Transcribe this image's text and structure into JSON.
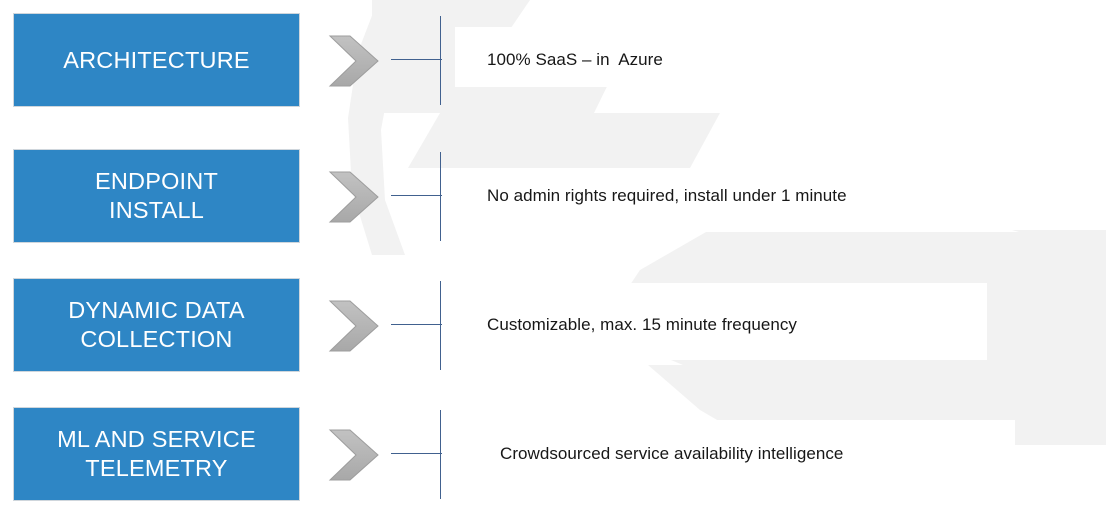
{
  "slide": {
    "title": "Solution capability overview diagram",
    "background_color": "#ffffff",
    "watermark_color": "#f2f2f2",
    "accent_blue": "#2e86c5",
    "connector_color": "#41618f",
    "chevron_color": "#b3b3b3",
    "box_text_color": "#ffffff",
    "description_text_color": "#171717"
  },
  "rows": [
    {
      "label": "ARCHITECTURE",
      "description": "100% SaaS – in  Azure",
      "chevron_icon": "chevron-right-icon",
      "indented": false
    },
    {
      "label": "ENDPOINT\nINSTALL",
      "description": "No admin rights required, install under 1 minute",
      "chevron_icon": "chevron-right-icon",
      "indented": false
    },
    {
      "label": "DYNAMIC DATA\nCOLLECTION",
      "description": "Customizable, max. 15 minute frequency",
      "chevron_icon": "chevron-right-icon",
      "indented": false
    },
    {
      "label": "ML AND SERVICE\nTELEMETRY",
      "description": "Crowdsourced service availability intelligence",
      "chevron_icon": "chevron-right-icon",
      "indented": true
    }
  ]
}
